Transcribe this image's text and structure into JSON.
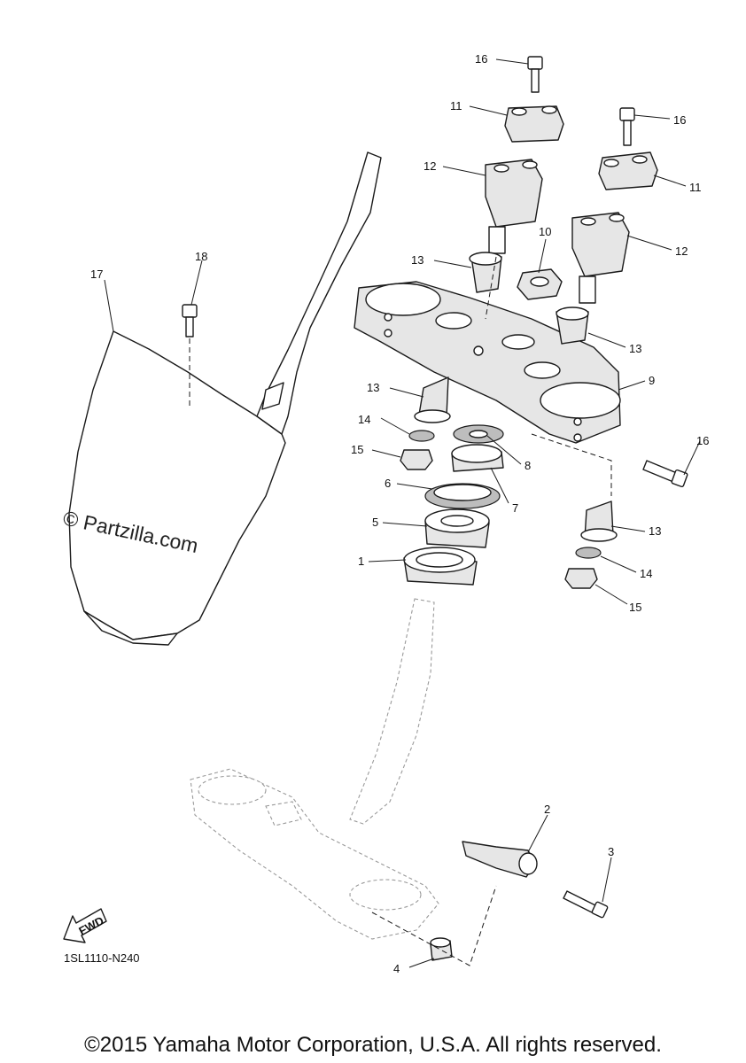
{
  "callouts": {
    "c1": "1",
    "c2": "2",
    "c3": "3",
    "c4": "4",
    "c5": "5",
    "c6": "6",
    "c7": "7",
    "c8": "8",
    "c9": "9",
    "c10": "10",
    "c11a": "11",
    "c11b": "11",
    "c12a": "12",
    "c12b": "12",
    "c13a": "13",
    "c13b": "13",
    "c13c": "13",
    "c13d": "13",
    "c14a": "14",
    "c14b": "14",
    "c15a": "15",
    "c15b": "15",
    "c16a": "16",
    "c16b": "16",
    "c16c": "16",
    "c17": "17",
    "c18": "18"
  },
  "fwd_label": "FWD",
  "diagram_code": "1SL1110-N240",
  "watermark": "© Partzilla.com",
  "copyright": "©2015 Yamaha Motor Corporation, U.S.A. All rights reserved."
}
